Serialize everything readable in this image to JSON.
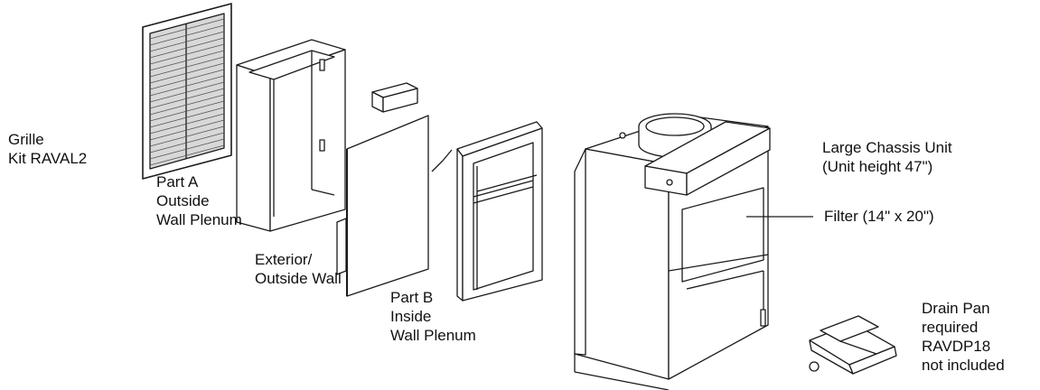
{
  "labels": {
    "grille": [
      "Grille",
      "Kit RAVAL2"
    ],
    "part_a": [
      "Part A",
      "Outside",
      "Wall Plenum"
    ],
    "exterior_wall": [
      "Exterior/",
      "Outside Wall"
    ],
    "part_b": [
      "Part B",
      "Inside",
      "Wall Plenum"
    ],
    "large_chassis": [
      "Large Chassis Unit",
      "(Unit height 47\")"
    ],
    "filter": "Filter (14\" x 20\")",
    "drain_pan": [
      "Drain Pan",
      "required",
      "RAVDP18",
      "not included"
    ]
  },
  "colors": {
    "ink": "#1a1a1a",
    "background": "#ffffff",
    "shade": "#cfcfcf"
  }
}
